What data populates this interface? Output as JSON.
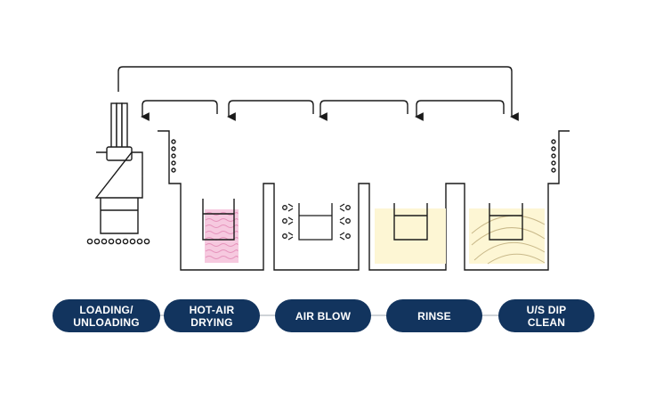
{
  "stages": [
    {
      "id": "loading",
      "label": "LOADING/\nUNLOADING"
    },
    {
      "id": "hot-air",
      "label": "HOT-AIR\nDRYING"
    },
    {
      "id": "air-blow",
      "label": "AIR BLOW"
    },
    {
      "id": "rinse",
      "label": "RINSE"
    },
    {
      "id": "us-dip",
      "label": "U/S DIP\nCLEAN"
    }
  ],
  "colors": {
    "line": "#1a1a1a",
    "pill": "#12345e",
    "connector": "#cfd3d8",
    "heat": "#f6c9df",
    "heat_wave": "#e592bb",
    "liquid": "#fdf6d4",
    "ultrasonic": "#c9b98a"
  }
}
